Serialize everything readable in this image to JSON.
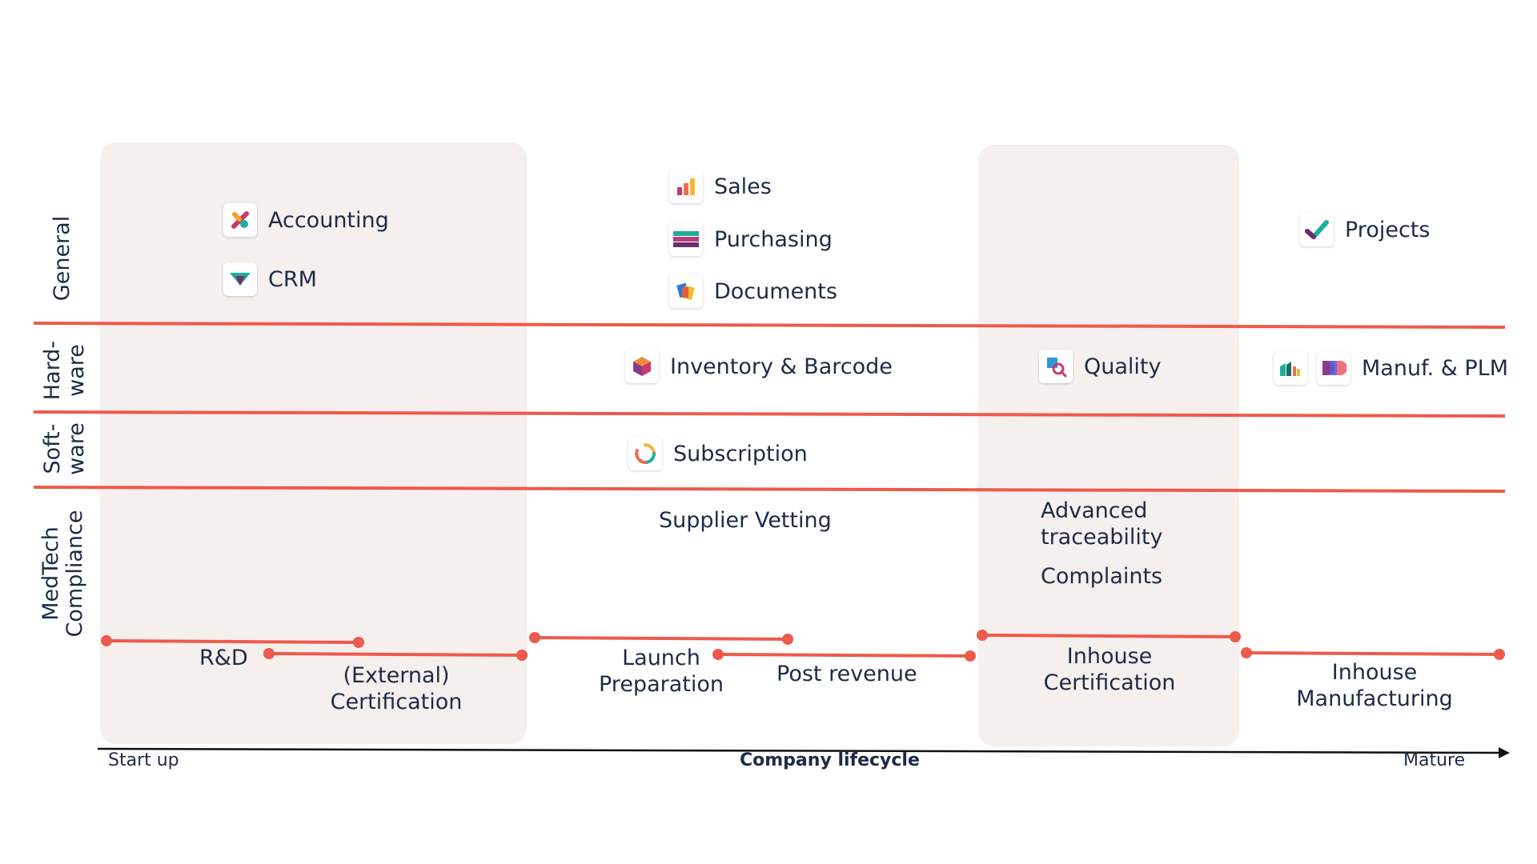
{
  "rows": {
    "general": "General",
    "hardware": "Hard-\nware",
    "software": "Soft-\nware",
    "medtech": "MedTech\nCompliance"
  },
  "apps": {
    "accounting": "Accounting",
    "crm": "CRM",
    "sales": "Sales",
    "purchasing": "Purchasing",
    "documents": "Documents",
    "projects": "Projects",
    "inventory": "Inventory & Barcode",
    "quality": "Quality",
    "manufacturing": "Manuf. & PLM",
    "subscription": "Subscription"
  },
  "compliance": {
    "supplier_vetting": "Supplier Vetting",
    "advanced_traceability": "Advanced\ntraceability",
    "complaints": "Complaints"
  },
  "phases": {
    "rd": "R&D",
    "external_cert": "(External)\nCertification",
    "launch_prep": "Launch\nPreparation",
    "post_revenue": "Post revenue",
    "inhouse_cert": "Inhouse\nCertification",
    "inhouse_manuf": "Inhouse\nManufacturing"
  },
  "axis": {
    "start": "Start up",
    "title": "Company lifecycle",
    "end": "Mature"
  },
  "colors": {
    "accent": "#ee5a4b",
    "panel": "#f5efed",
    "text": "#1f2b45"
  }
}
